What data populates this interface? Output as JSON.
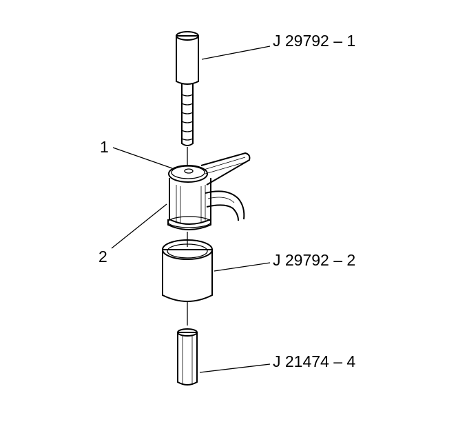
{
  "callouts": {
    "tool_pin": "J 29792 – 1",
    "tool_cup": "J 29792 – 2",
    "tool_rod": "J 21474 – 4",
    "part_1": "1",
    "part_2": "2"
  },
  "colors": {
    "ink": "#000000",
    "stipple": "#b9b9b9",
    "background": "#ffffff"
  }
}
